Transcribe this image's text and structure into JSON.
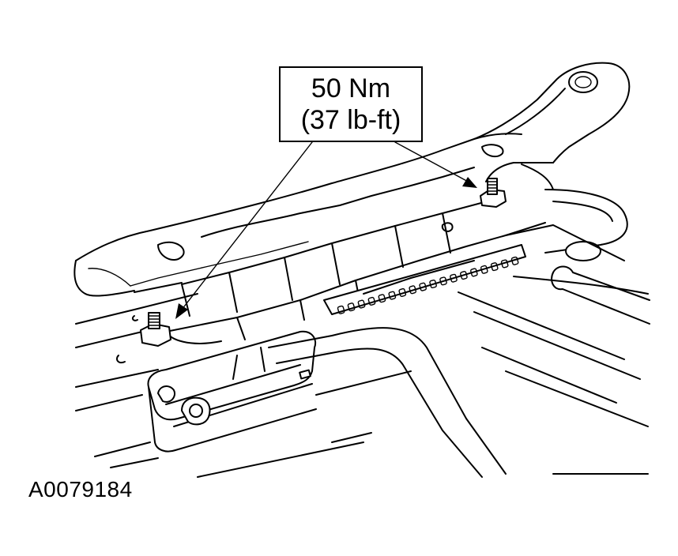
{
  "callout": {
    "torque_metric": "50 Nm",
    "torque_imperial": "(37 lb-ft)"
  },
  "figure_id": "A0079184",
  "colors": {
    "line": "#000000",
    "background": "#ffffff"
  }
}
